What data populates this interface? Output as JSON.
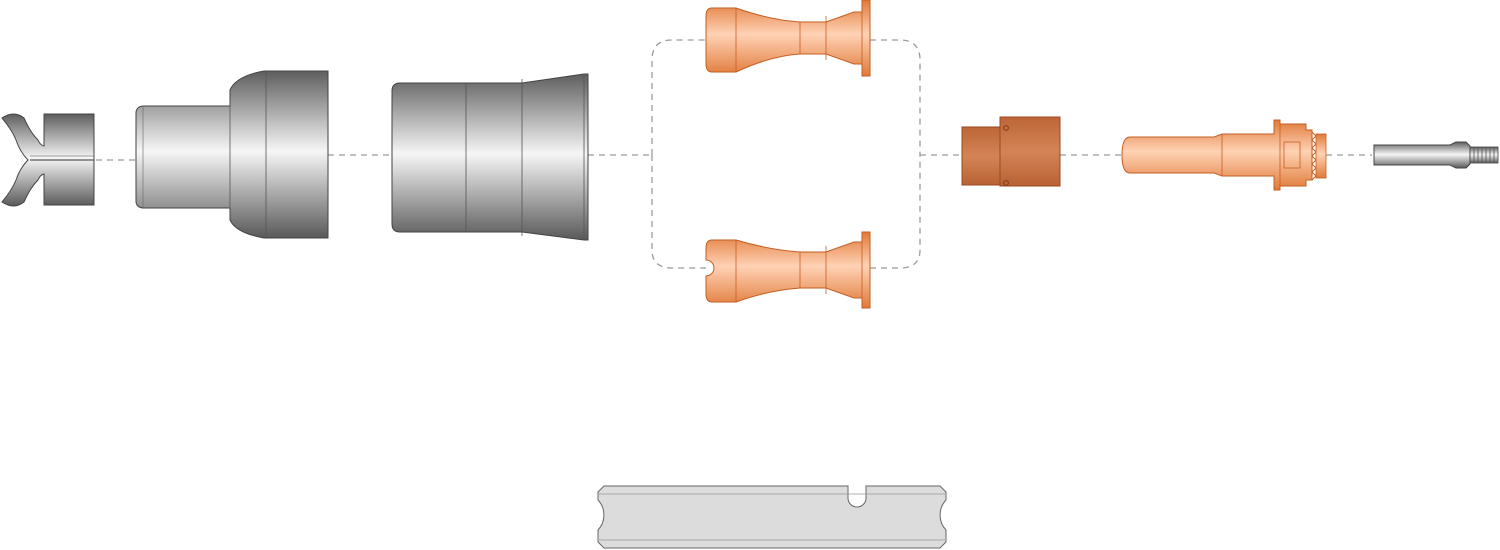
{
  "diagram": {
    "kind": "exploded-assembly",
    "parts": [
      {
        "id": "deflector",
        "icon": "deflector-cup-icon",
        "material": "steel"
      },
      {
        "id": "shield-cap",
        "icon": "shield-cap-icon",
        "material": "steel"
      },
      {
        "id": "retaining-cap",
        "icon": "retaining-cap-icon",
        "material": "steel"
      },
      {
        "id": "nozzle-option-a",
        "icon": "nozzle-icon",
        "material": "copper"
      },
      {
        "id": "nozzle-option-b",
        "icon": "nozzle-notched-icon",
        "material": "copper"
      },
      {
        "id": "swirl-ring",
        "icon": "swirl-ring-icon",
        "material": "bronze"
      },
      {
        "id": "electrode",
        "icon": "electrode-icon",
        "material": "copper"
      },
      {
        "id": "gas-tube",
        "icon": "gas-tube-icon",
        "material": "steel"
      },
      {
        "id": "tool",
        "icon": "removal-tool-icon",
        "material": "light-steel"
      }
    ],
    "colors": {
      "steel_dark": "#5e5e5e",
      "steel_light": "#f6f6f6",
      "copper_dark": "#d9783a",
      "copper_light": "#ffd2b4",
      "bronze": "#c46c3e",
      "tool_fill": "#dcdcdc",
      "guide_line": "#9a9a9a"
    }
  }
}
